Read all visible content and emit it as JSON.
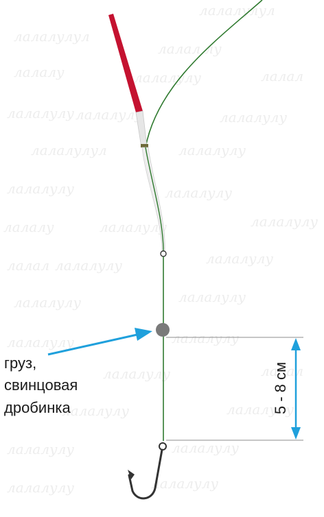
{
  "label": {
    "line1": "груз,",
    "line2": "свинцовая",
    "line3": "дробинка"
  },
  "dimension": {
    "text": "5 - 8 см"
  },
  "colors": {
    "line": "#2f7a2f",
    "float_top": "#c41230",
    "sinker": "#7a7a7a",
    "arrow": "#1fa0dc",
    "hook": "#333333"
  }
}
